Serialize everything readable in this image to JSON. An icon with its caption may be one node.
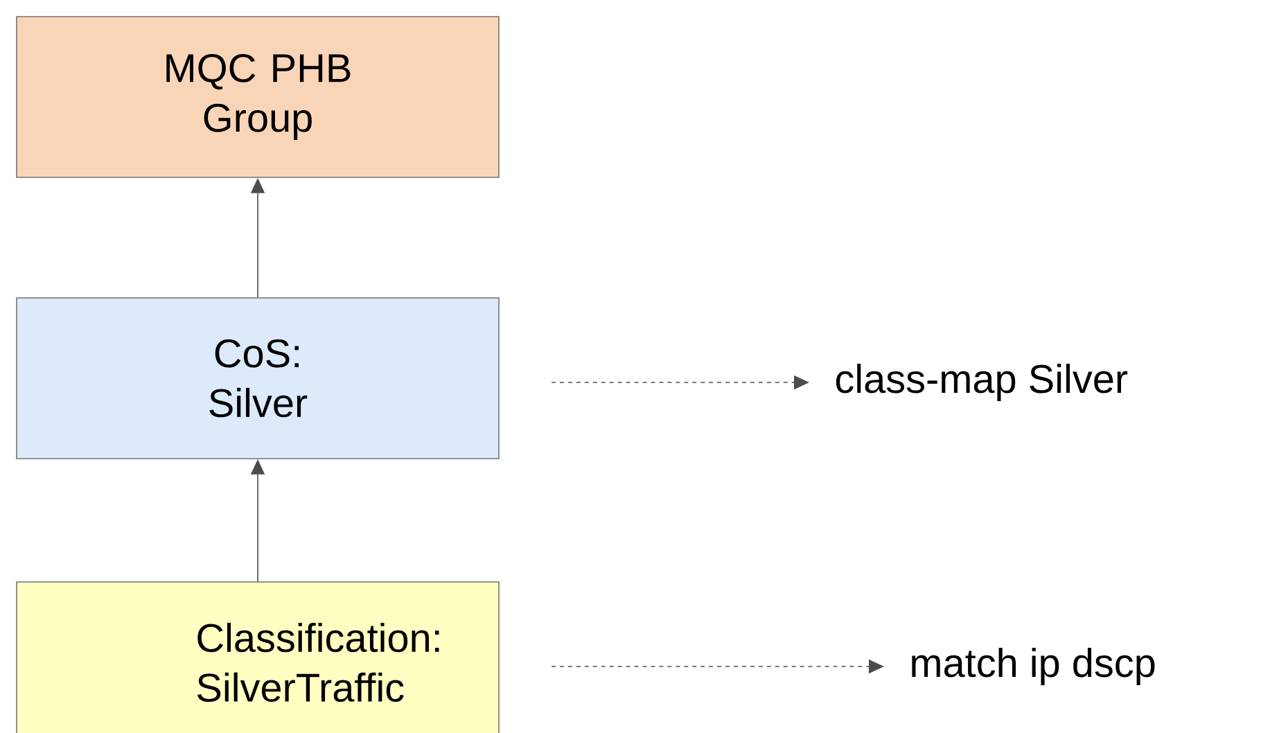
{
  "diagram": {
    "nodes": [
      {
        "text": [
          "MQC PHB Group"
        ]
      },
      {
        "text": [
          "CoS: Silver"
        ]
      },
      {
        "text": [
          "Classification: SilverTraffic"
        ]
      },
      {
        "text": [
          "class-map Silver"
        ]
      },
      {
        "text": [
          "match ip dscp"
        ]
      }
    ],
    "edges": [
      {
        "from": 1,
        "to": 0,
        "arrow": "to"
      },
      {
        "from": 2,
        "to": 1,
        "arrow": "to"
      },
      {
        "from": null,
        "to": 3,
        "arrow": "to",
        "style": "dashed"
      },
      {
        "from": null,
        "to": 4,
        "arrow": "to",
        "style": "dashed"
      }
    ]
  }
}
